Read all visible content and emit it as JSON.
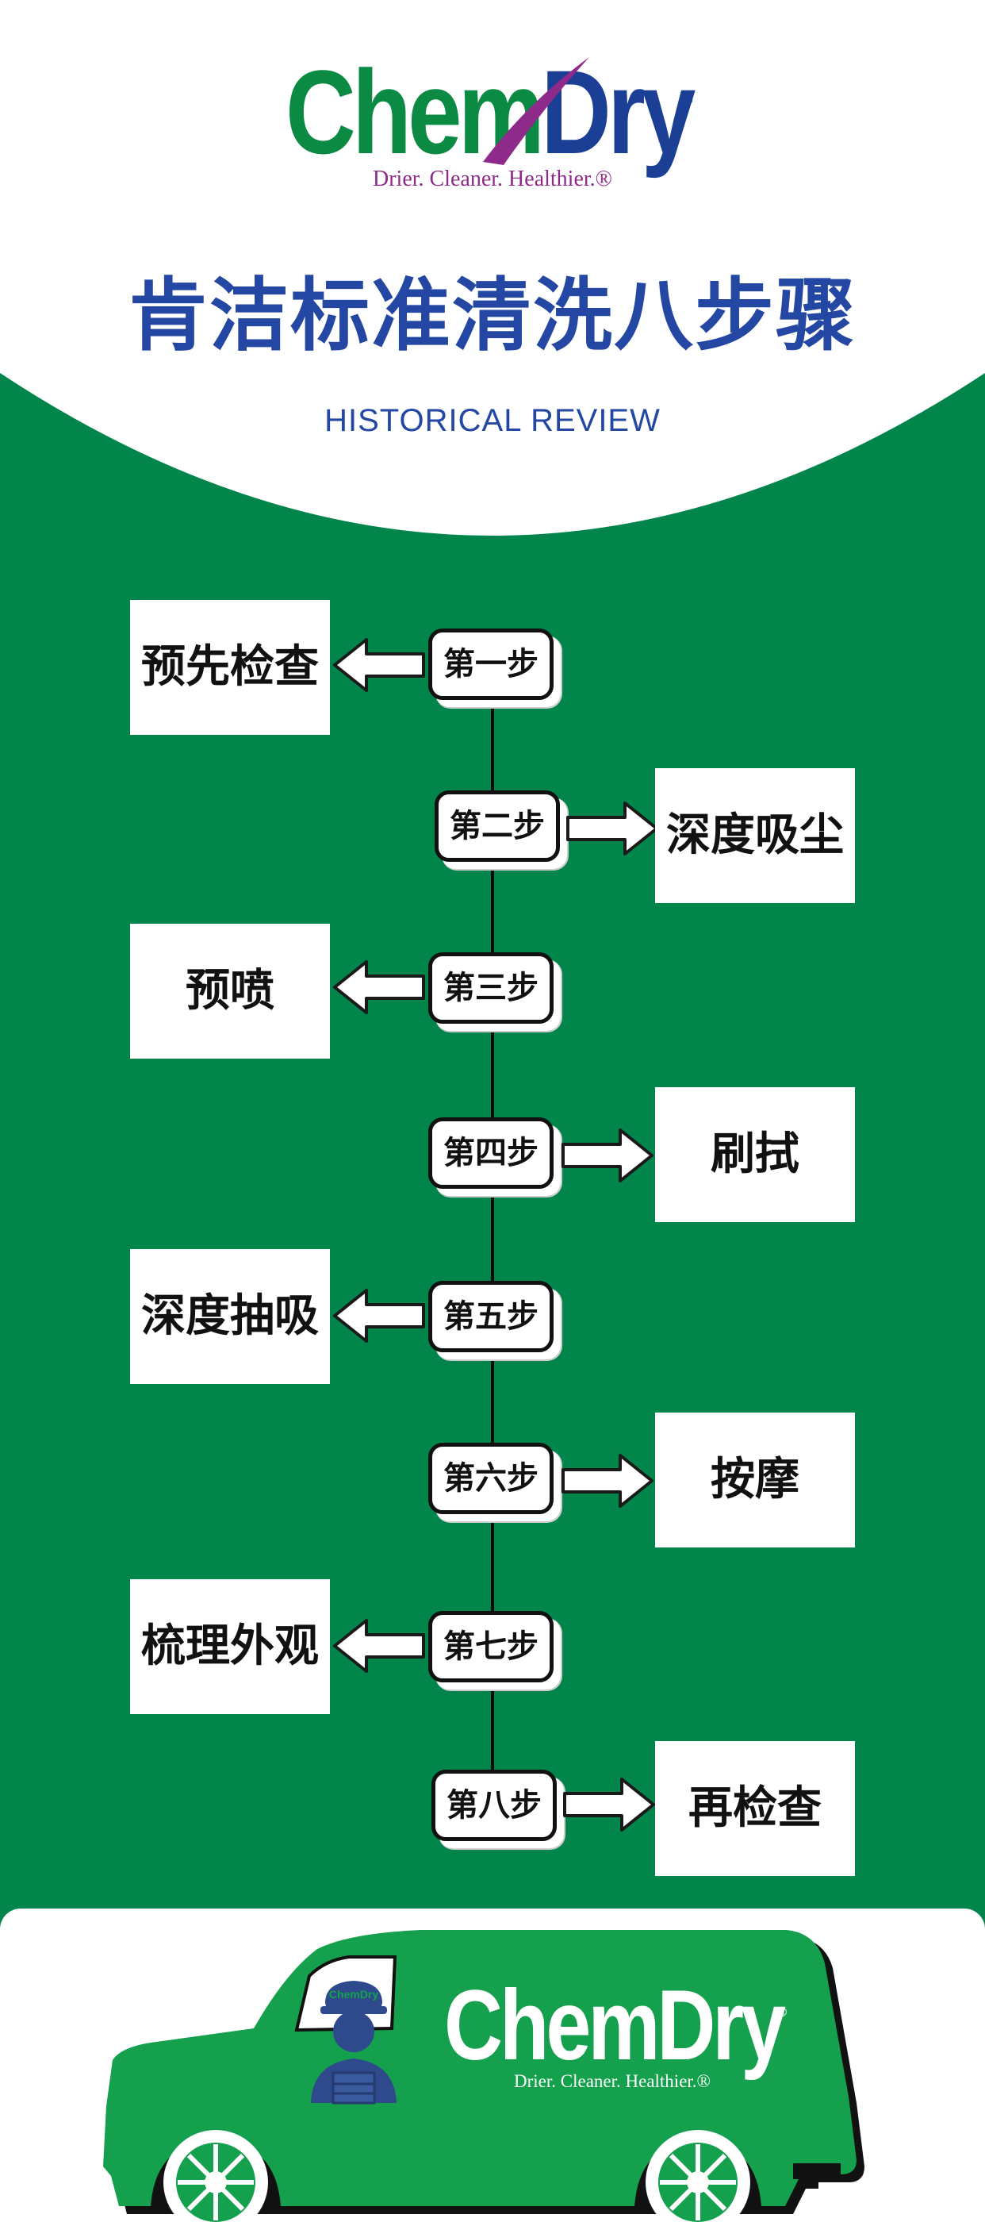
{
  "brand": {
    "name_part1": "Chem",
    "name_part2": "Dry",
    "registered": "®",
    "tagline": "Drier. Cleaner. Healthier.®",
    "colors": {
      "green": "#0b8a43",
      "blue": "#1b3f94",
      "purple": "#8e2a8a"
    }
  },
  "header": {
    "title": "肯洁标准清洗八步骤",
    "subtitle": "HISTORICAL REVIEW"
  },
  "steps": [
    {
      "label": "第一步",
      "action": "预先检查",
      "side": "left"
    },
    {
      "label": "第二步",
      "action": "深度吸尘",
      "side": "right"
    },
    {
      "label": "第三步",
      "action": "预喷",
      "side": "left"
    },
    {
      "label": "第四步",
      "action": "刷拭",
      "side": "right"
    },
    {
      "label": "第五步",
      "action": "深度抽吸",
      "side": "left"
    },
    {
      "label": "第六步",
      "action": "按摩",
      "side": "right"
    },
    {
      "label": "第七步",
      "action": "梳理外观",
      "side": "left"
    },
    {
      "label": "第八步",
      "action": "再检查",
      "side": "right"
    }
  ],
  "van": {
    "name_part1": "Chem",
    "name_part2": "Dry",
    "registered": "®",
    "tagline": "Drier. Cleaner. Healthier.®",
    "badge_text": "ChemDry",
    "color": "#14a04c"
  },
  "icons": [
    "arrow-left-icon",
    "arrow-right-icon",
    "van-icon",
    "technician-icon",
    "wheel-icon"
  ]
}
